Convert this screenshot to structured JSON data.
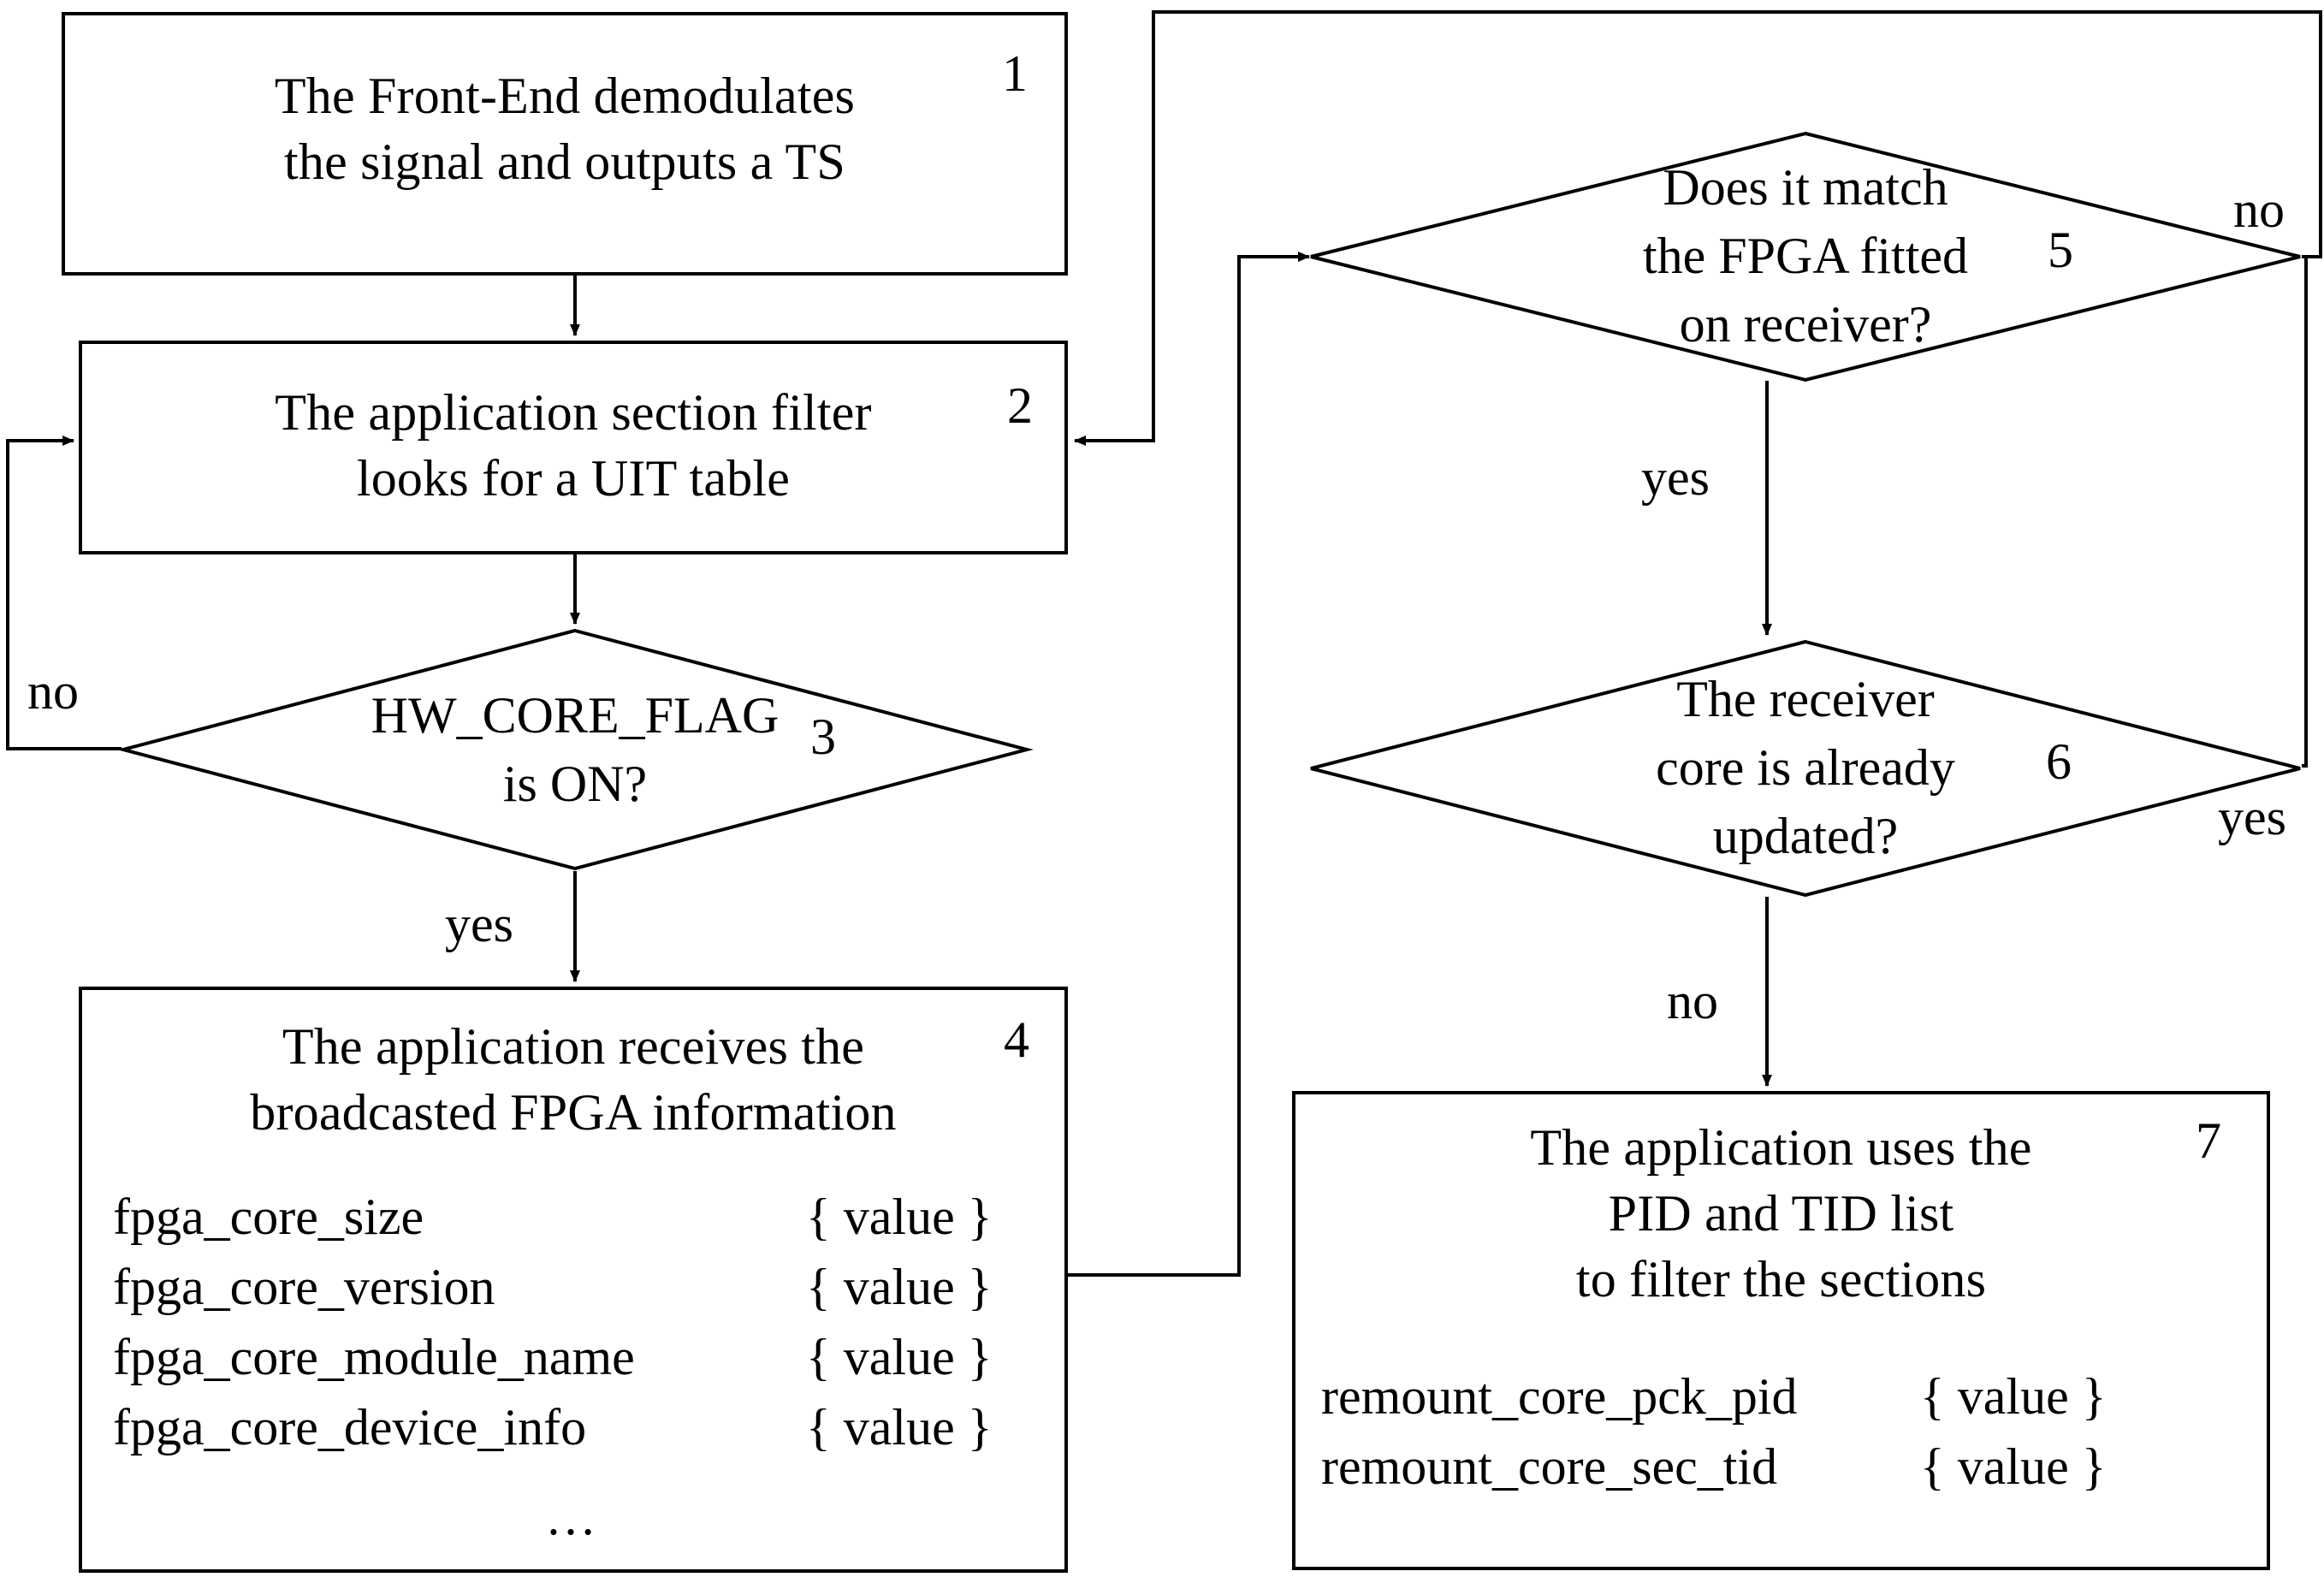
{
  "diagram": {
    "title": "FPGA core update detection flowchart",
    "stroke_color": "#000000",
    "background_color": "#ffffff"
  },
  "nodes": {
    "n1": {
      "number": "1",
      "shape": "process",
      "text": "The Front-End demodulates\nthe signal and outputs a TS"
    },
    "n2": {
      "number": "2",
      "shape": "process",
      "text": "The application section filter\nlooks for a UIT table"
    },
    "n3": {
      "number": "3",
      "shape": "decision",
      "text": "HW_CORE_FLAG\nis ON?"
    },
    "n4": {
      "number": "4",
      "shape": "process",
      "text": "The application receives the\nbroadcasted FPGA information",
      "fields": [
        {
          "key": "fpga_core_size",
          "value": "{ value }"
        },
        {
          "key": "fpga_core_version",
          "value": "{ value }"
        },
        {
          "key": "fpga_core_module_name",
          "value": "{ value }"
        },
        {
          "key": "fpga_core_device_info",
          "value": "{ value }"
        }
      ],
      "ellipsis": "…"
    },
    "n5": {
      "number": "5",
      "shape": "decision",
      "text": "Does it match\nthe FPGA fitted\non receiver?"
    },
    "n6": {
      "number": "6",
      "shape": "decision",
      "text": "The receiver\ncore is already\nupdated?"
    },
    "n7": {
      "number": "7",
      "shape": "process",
      "text": "The application uses the\nPID and TID list\nto filter the sections",
      "fields": [
        {
          "key": "remount_core_pck_pid",
          "value": "{ value }"
        },
        {
          "key": "remount_core_sec_tid",
          "value": "{ value }"
        }
      ]
    }
  },
  "edges": {
    "e1_2": {
      "from": "n1",
      "to": "n2",
      "label": ""
    },
    "e2_3": {
      "from": "n2",
      "to": "n3",
      "label": ""
    },
    "e3_no": {
      "from": "n3",
      "to": "n2",
      "label": "no"
    },
    "e3_yes": {
      "from": "n3",
      "to": "n4",
      "label": "yes"
    },
    "e4_5": {
      "from": "n4",
      "to": "n5",
      "label": ""
    },
    "e5_no": {
      "from": "n5",
      "to": "n2",
      "label": "no"
    },
    "e5_yes": {
      "from": "n5",
      "to": "n6",
      "label": "yes"
    },
    "e6_yes": {
      "from": "n6",
      "to": "n5",
      "label": "yes"
    },
    "e6_no": {
      "from": "n6",
      "to": "n7",
      "label": "no"
    }
  }
}
